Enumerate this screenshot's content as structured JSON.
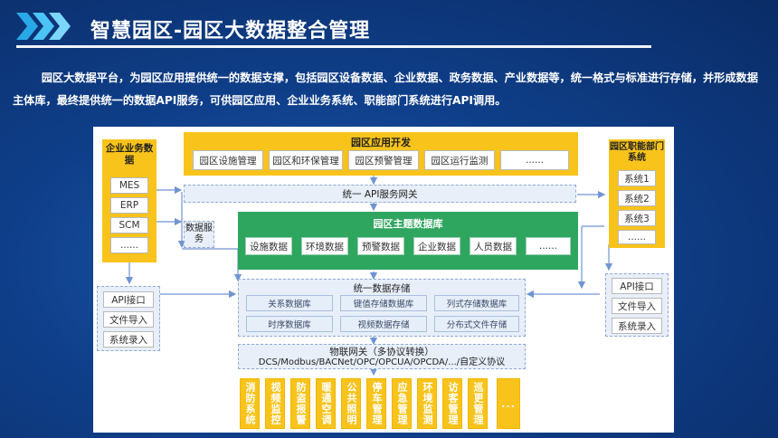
{
  "header": {
    "title": "智慧园区-园区大数据整合管理"
  },
  "intro": "园区大数据平台，为园区应用提供统一的数据支撑，包括园区设备数据、企业数据、政务数据、产业数据等，统一格式与标准进行存储，并形成数据主体库，最终提供统一的数据API服务，可供园区应用、企业业务系统、职能部门系统进行API调用。",
  "diagram": {
    "enterprise": {
      "title": "企业业务数据",
      "items": [
        "MES",
        "ERP",
        "SCM",
        "......"
      ]
    },
    "apps": {
      "title": "园区应用开发",
      "items": [
        "园区设施管理",
        "园区和环保管理",
        "园区预警管理",
        "园区运行监测",
        "......"
      ]
    },
    "gov": {
      "title": "园区职能部门系统",
      "items": [
        "系统1",
        "系统2",
        "系统3",
        "......"
      ]
    },
    "gateway": "统一 API服务网关",
    "data_service": "数据服务",
    "theme_db": {
      "title": "园区主题数据库",
      "items": [
        "设施数据",
        "环境数据",
        "预警数据",
        "企业数据",
        "人员数据",
        "......"
      ]
    },
    "left_api": [
      "API接口",
      "文件导入",
      "系统录入"
    ],
    "right_api": [
      "API接口",
      "文件导入",
      "系统录入"
    ],
    "storage": {
      "title": "统一数据存储",
      "items": [
        "关系数据库",
        "键值存储数据库",
        "列式存储数据库",
        "时序数据库",
        "视频数据存储",
        "分布式文件存储"
      ]
    },
    "iot": {
      "title": "物联网关（多协议转换）",
      "protocols": "DCS/Modbus/BACNet/OPC/OPCUA/OPCDA/.../自定义协议"
    },
    "subsystems": [
      "消防系统",
      "视频监控",
      "防盗报警",
      "暖通空调",
      "公共照明",
      "停车管理",
      "应急管理",
      "环境监测",
      "访客管理",
      "巡更管理",
      "..."
    ]
  }
}
